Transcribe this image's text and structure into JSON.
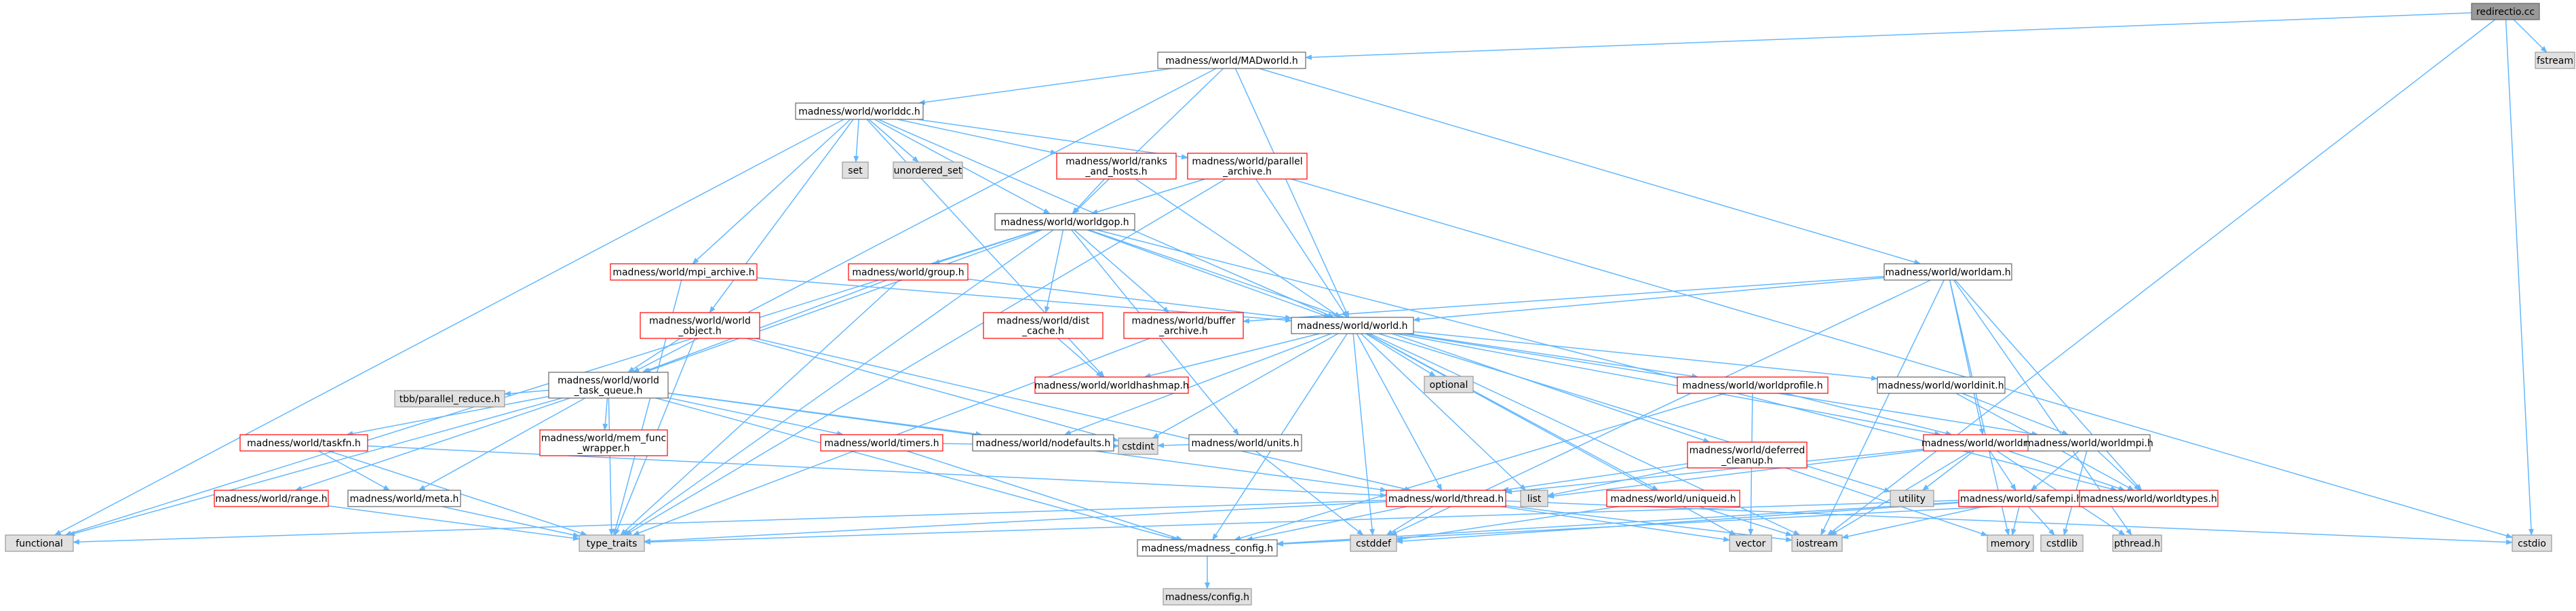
{
  "colors": {
    "edge": "#63b8ff",
    "root_fill": "#999999",
    "root_stroke": "#666666",
    "default_fill": "#ffffff",
    "default_stroke": "#666666",
    "default_text": "#000000",
    "truncated_fill": "#ffffff",
    "truncated_stroke": "#ff0000",
    "truncated_text": "#000000",
    "system_fill": "#e0e0e0",
    "system_stroke": "#999999",
    "system_text": "#000000"
  },
  "nodes": [
    {
      "id": "redirectio",
      "lines": [
        "redirectio.cc"
      ],
      "style": "root"
    },
    {
      "id": "fstream",
      "lines": [
        "fstream"
      ],
      "style": "system"
    },
    {
      "id": "madworld",
      "lines": [
        "madness/world/MADworld.h"
      ],
      "style": "default"
    },
    {
      "id": "worlddc",
      "lines": [
        "madness/world/worlddc.h"
      ],
      "style": "default"
    },
    {
      "id": "set",
      "lines": [
        "set"
      ],
      "style": "system"
    },
    {
      "id": "unordered_set",
      "lines": [
        "unordered_set"
      ],
      "style": "system"
    },
    {
      "id": "ranks",
      "lines": [
        "madness/world/ranks",
        "_and_hosts.h"
      ],
      "style": "truncated"
    },
    {
      "id": "parallel_archive",
      "lines": [
        "madness/world/parallel",
        "_archive.h"
      ],
      "style": "truncated"
    },
    {
      "id": "worldgop",
      "lines": [
        "madness/world/worldgop.h"
      ],
      "style": "default"
    },
    {
      "id": "mpi_archive",
      "lines": [
        "madness/world/mpi_archive.h"
      ],
      "style": "truncated"
    },
    {
      "id": "group",
      "lines": [
        "madness/world/group.h"
      ],
      "style": "truncated"
    },
    {
      "id": "worldam",
      "lines": [
        "madness/world/worldam.h"
      ],
      "style": "default"
    },
    {
      "id": "world_object",
      "lines": [
        "madness/world/world",
        "_object.h"
      ],
      "style": "truncated"
    },
    {
      "id": "dist_cache",
      "lines": [
        "madness/world/dist",
        "_cache.h"
      ],
      "style": "truncated"
    },
    {
      "id": "buffer_archive",
      "lines": [
        "madness/world/buffer",
        "_archive.h"
      ],
      "style": "truncated"
    },
    {
      "id": "world",
      "lines": [
        "madness/world/world.h"
      ],
      "style": "default"
    },
    {
      "id": "optional",
      "lines": [
        "optional"
      ],
      "style": "system"
    },
    {
      "id": "world_task_queue",
      "lines": [
        "madness/world/world",
        "_task_queue.h"
      ],
      "style": "default"
    },
    {
      "id": "worldhashmap",
      "lines": [
        "madness/world/worldhashmap.h"
      ],
      "style": "truncated"
    },
    {
      "id": "worldprofile",
      "lines": [
        "madness/world/worldprofile.h"
      ],
      "style": "truncated"
    },
    {
      "id": "worldinit",
      "lines": [
        "madness/world/worldinit.h"
      ],
      "style": "default"
    },
    {
      "id": "tbb",
      "lines": [
        "tbb/parallel_reduce.h"
      ],
      "style": "system"
    },
    {
      "id": "mem_func",
      "lines": [
        "madness/world/mem_func",
        "_wrapper.h"
      ],
      "style": "truncated"
    },
    {
      "id": "taskfn",
      "lines": [
        "madness/world/taskfn.h"
      ],
      "style": "truncated"
    },
    {
      "id": "timers",
      "lines": [
        "madness/world/timers.h"
      ],
      "style": "truncated"
    },
    {
      "id": "nodefaults",
      "lines": [
        "madness/world/nodefaults.h"
      ],
      "style": "default"
    },
    {
      "id": "units",
      "lines": [
        "madness/world/units.h"
      ],
      "style": "default"
    },
    {
      "id": "deferred_cleanup",
      "lines": [
        "madness/world/deferred",
        "_cleanup.h"
      ],
      "style": "truncated"
    },
    {
      "id": "worldrmi",
      "lines": [
        "madness/world/worldrmi.h"
      ],
      "style": "truncated"
    },
    {
      "id": "worldmpi",
      "lines": [
        "madness/world/worldmpi.h"
      ],
      "style": "default"
    },
    {
      "id": "range",
      "lines": [
        "madness/world/range.h"
      ],
      "style": "truncated"
    },
    {
      "id": "meta",
      "lines": [
        "madness/world/meta.h"
      ],
      "style": "default"
    },
    {
      "id": "cstdint",
      "lines": [
        "cstdint"
      ],
      "style": "system"
    },
    {
      "id": "thread",
      "lines": [
        "madness/world/thread.h"
      ],
      "style": "truncated"
    },
    {
      "id": "list",
      "lines": [
        "list"
      ],
      "style": "system"
    },
    {
      "id": "utility",
      "lines": [
        "utility"
      ],
      "style": "system"
    },
    {
      "id": "uniqueid",
      "lines": [
        "madness/world/uniqueid.h"
      ],
      "style": "truncated"
    },
    {
      "id": "safempi",
      "lines": [
        "madness/world/safempi.h"
      ],
      "style": "truncated"
    },
    {
      "id": "worldtypes",
      "lines": [
        "madness/world/worldtypes.h"
      ],
      "style": "truncated"
    },
    {
      "id": "functional",
      "lines": [
        "functional"
      ],
      "style": "system"
    },
    {
      "id": "type_traits",
      "lines": [
        "type_traits"
      ],
      "style": "system"
    },
    {
      "id": "madness_config",
      "lines": [
        "madness/madness_config.h"
      ],
      "style": "default"
    },
    {
      "id": "cstddef",
      "lines": [
        "cstddef"
      ],
      "style": "system"
    },
    {
      "id": "vector",
      "lines": [
        "vector"
      ],
      "style": "system"
    },
    {
      "id": "iostream",
      "lines": [
        "iostream"
      ],
      "style": "system"
    },
    {
      "id": "memory",
      "lines": [
        "memory"
      ],
      "style": "system"
    },
    {
      "id": "cstdlib",
      "lines": [
        "cstdlib"
      ],
      "style": "system"
    },
    {
      "id": "pthread",
      "lines": [
        "pthread.h"
      ],
      "style": "system"
    },
    {
      "id": "cstdio",
      "lines": [
        "cstdio"
      ],
      "style": "system"
    },
    {
      "id": "config",
      "lines": [
        "madness/config.h"
      ],
      "style": "system"
    }
  ],
  "edges": [
    [
      "redirectio",
      "fstream"
    ],
    [
      "redirectio",
      "madworld"
    ],
    [
      "redirectio",
      "iostream"
    ],
    [
      "redirectio",
      "cstdio"
    ],
    [
      "madworld",
      "worlddc"
    ],
    [
      "madworld",
      "worldgop"
    ],
    [
      "madworld",
      "world"
    ],
    [
      "madworld",
      "worldam"
    ],
    [
      "madworld",
      "world_task_queue"
    ],
    [
      "worlddc",
      "set"
    ],
    [
      "worlddc",
      "unordered_set"
    ],
    [
      "worlddc",
      "ranks"
    ],
    [
      "worlddc",
      "parallel_archive"
    ],
    [
      "worlddc",
      "worldgop"
    ],
    [
      "worlddc",
      "mpi_archive"
    ],
    [
      "worlddc",
      "world_object"
    ],
    [
      "worlddc",
      "worldhashmap"
    ],
    [
      "worlddc",
      "functional"
    ],
    [
      "worlddc",
      "world"
    ],
    [
      "ranks",
      "worldgop"
    ],
    [
      "ranks",
      "world"
    ],
    [
      "parallel_archive",
      "worldgop"
    ],
    [
      "parallel_archive",
      "world"
    ],
    [
      "parallel_archive",
      "cstdio"
    ],
    [
      "parallel_archive",
      "type_traits"
    ],
    [
      "worldgop",
      "group"
    ],
    [
      "worldgop",
      "dist_cache"
    ],
    [
      "worldgop",
      "buffer_archive"
    ],
    [
      "worldgop",
      "world"
    ],
    [
      "worldgop",
      "world_task_queue"
    ],
    [
      "worldgop",
      "units"
    ],
    [
      "worldgop",
      "deferred_cleanup"
    ],
    [
      "worldgop",
      "worldtypes"
    ],
    [
      "worldgop",
      "functional"
    ],
    [
      "worldgop",
      "type_traits"
    ],
    [
      "mpi_archive",
      "world"
    ],
    [
      "mpi_archive",
      "type_traits"
    ],
    [
      "group",
      "world"
    ],
    [
      "group",
      "world_task_queue"
    ],
    [
      "group",
      "type_traits"
    ],
    [
      "worldam",
      "buffer_archive"
    ],
    [
      "worldam",
      "world"
    ],
    [
      "worldam",
      "worldrmi"
    ],
    [
      "worldam",
      "worldtypes"
    ],
    [
      "worldam",
      "cstddef"
    ],
    [
      "worldam",
      "iostream"
    ],
    [
      "worldam",
      "memory"
    ],
    [
      "worldam",
      "pthread"
    ],
    [
      "world_object",
      "world_task_queue"
    ],
    [
      "world_object",
      "thread"
    ],
    [
      "world_object",
      "type_traits"
    ],
    [
      "world_object",
      "cstdint"
    ],
    [
      "dist_cache",
      "worldhashmap"
    ],
    [
      "buffer_archive",
      "type_traits"
    ],
    [
      "world",
      "optional"
    ],
    [
      "world",
      "worldhashmap"
    ],
    [
      "world",
      "worldprofile"
    ],
    [
      "world",
      "worldinit"
    ],
    [
      "world",
      "nodefaults"
    ],
    [
      "world",
      "worldmpi"
    ],
    [
      "world",
      "thread"
    ],
    [
      "world",
      "uniqueid"
    ],
    [
      "world",
      "list"
    ],
    [
      "world",
      "utility"
    ],
    [
      "world",
      "cstdint"
    ],
    [
      "world",
      "cstddef"
    ],
    [
      "world",
      "vector"
    ],
    [
      "world",
      "iostream"
    ],
    [
      "world",
      "madness_config"
    ],
    [
      "world",
      "worldrmi"
    ],
    [
      "world_task_queue",
      "tbb"
    ],
    [
      "world_task_queue",
      "mem_func"
    ],
    [
      "world_task_queue",
      "taskfn"
    ],
    [
      "world_task_queue",
      "timers"
    ],
    [
      "world_task_queue",
      "nodefaults"
    ],
    [
      "world_task_queue",
      "range"
    ],
    [
      "world_task_queue",
      "meta"
    ],
    [
      "world_task_queue",
      "type_traits"
    ],
    [
      "world_task_queue",
      "madness_config"
    ],
    [
      "world_task_queue",
      "thread"
    ],
    [
      "world_task_queue",
      "functional"
    ],
    [
      "worldprofile",
      "worldrmi"
    ],
    [
      "worldprofile",
      "vector"
    ],
    [
      "worldprofile",
      "madness_config"
    ],
    [
      "worldinit",
      "worldmpi"
    ],
    [
      "worldinit",
      "worldtypes"
    ],
    [
      "taskfn",
      "meta"
    ],
    [
      "taskfn",
      "type_traits"
    ],
    [
      "taskfn",
      "thread"
    ],
    [
      "timers",
      "madness_config"
    ],
    [
      "timers",
      "cstdint"
    ],
    [
      "units",
      "cstdint"
    ],
    [
      "units",
      "cstddef"
    ],
    [
      "deferred_cleanup",
      "thread"
    ],
    [
      "deferred_cleanup",
      "list"
    ],
    [
      "deferred_cleanup",
      "memory"
    ],
    [
      "worldrmi",
      "safempi"
    ],
    [
      "worldrmi",
      "thread"
    ],
    [
      "worldrmi",
      "utility"
    ],
    [
      "worldrmi",
      "list"
    ],
    [
      "worldrmi",
      "iostream"
    ],
    [
      "worldrmi",
      "pthread"
    ],
    [
      "worldrmi",
      "worldtypes"
    ],
    [
      "worldmpi",
      "safempi"
    ],
    [
      "worldmpi",
      "worldtypes"
    ],
    [
      "worldmpi",
      "cstdlib"
    ],
    [
      "range",
      "type_traits"
    ],
    [
      "meta",
      "type_traits"
    ],
    [
      "thread",
      "madness_config"
    ],
    [
      "thread",
      "cstddef"
    ],
    [
      "thread",
      "vector"
    ],
    [
      "thread",
      "iostream"
    ],
    [
      "thread",
      "cstdio"
    ],
    [
      "thread",
      "type_traits"
    ],
    [
      "thread",
      "functional"
    ],
    [
      "uniqueid",
      "cstddef"
    ],
    [
      "uniqueid",
      "iostream"
    ],
    [
      "safempi",
      "madness_config"
    ],
    [
      "safempi",
      "type_traits"
    ],
    [
      "safempi",
      "iostream"
    ],
    [
      "safempi",
      "memory"
    ],
    [
      "safempi",
      "cstdlib"
    ],
    [
      "safempi",
      "cstddef"
    ],
    [
      "worldtypes",
      "madness_config"
    ],
    [
      "madness_config",
      "config"
    ]
  ]
}
